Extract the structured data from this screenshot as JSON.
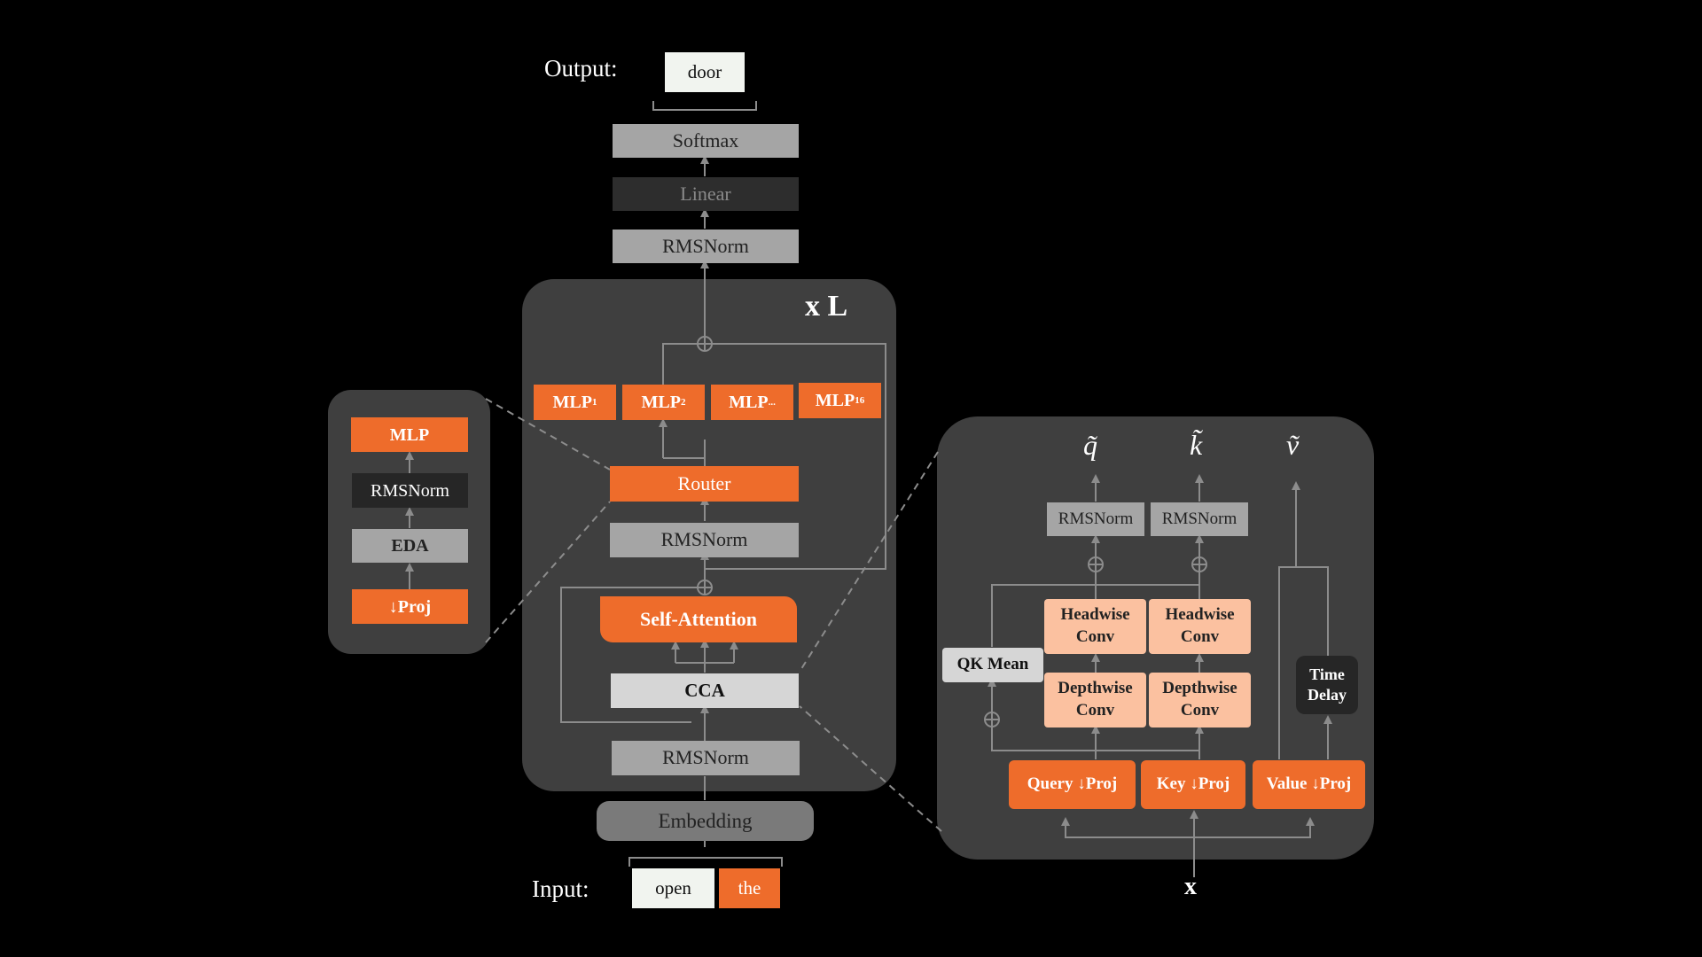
{
  "output_label": "Output:",
  "output_token": "door",
  "input_label": "Input:",
  "input_tokens": [
    "open",
    "the"
  ],
  "blocks": {
    "softmax": "Softmax",
    "linear": "Linear",
    "rmsnorm_final": "RMSNorm",
    "repeat": "x L",
    "mlp1": "MLP",
    "mlp1_sub": "1",
    "mlp2": "MLP",
    "mlp2_sub": "2",
    "mlp3": "MLP",
    "mlp3_sub": "...",
    "mlp4": "MLP",
    "mlp4_sub": "16",
    "router": "Router",
    "rmsnorm_mid": "RMSNorm",
    "self_attention": "Self-Attention",
    "cca": "CCA",
    "rmsnorm_low": "RMSNorm",
    "embedding": "Embedding"
  },
  "left_panel": {
    "mlp": "MLP",
    "rmsnorm": "RMSNorm",
    "eda": "EDA",
    "proj": "↓Proj"
  },
  "right_panel": {
    "q_out": "q̃",
    "k_out": "k̃",
    "v_out": "ṽ",
    "rmsnorm_q": "RMSNorm",
    "rmsnorm_k": "RMSNorm",
    "headwise_q": "Headwise Conv",
    "headwise_k": "Headwise Conv",
    "depthwise_q": "Depthwise Conv",
    "depthwise_k": "Depthwise Conv",
    "qk_mean": "QK Mean",
    "time_delay": "Time Delay",
    "query_proj": "Query ↓Proj",
    "key_proj": "Key ↓Proj",
    "value_proj": "Value ↓Proj",
    "x_input": "x"
  },
  "colors": {
    "orange": "#ee6c2b",
    "peach": "#fbc1a0",
    "panel": "#3f3f3f",
    "wire": "#8c8c8c"
  }
}
